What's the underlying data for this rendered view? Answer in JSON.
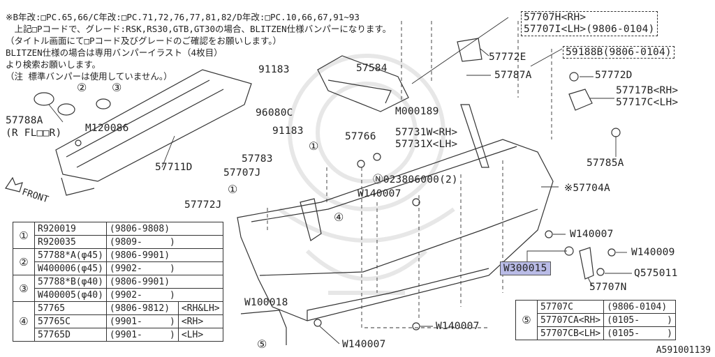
{
  "notes": [
    "※B年改:□PC.65,66/C年改:□PC.71,72,76,77,81,82/D年改:□PC.10,66,67,91~93",
    "　上記□Pコードで、グレード:RSK,RS30,GTB,GT30の場合、BLITZEN仕様バンパーになります。",
    "（タイトル画面にて□Pコード及びグレードのご確認をお願いします。）",
    "BLITZEN仕様の場合は専用バンパーイラスト（4枚目）",
    "より検索お願いします。",
    "（注 標準バンパーは使用していません。）"
  ],
  "labels": {
    "p57707hi": "57707H<RH>\n57707I<LH>(9806-0104)",
    "p59188b": "59188B(9806-0104)",
    "p57772e": "57772E",
    "p57787a": "57787A",
    "p57772d": "57772D",
    "p57717bc": "57717B<RH>\n57717C<LH>",
    "p91183a": "91183",
    "p57584": "57584",
    "p96080c": "96080C",
    "pm000189": "M000189",
    "p91183b": "91183",
    "p57731wx": "57731W<RH>\n57731X<LH>",
    "p57785a": "57785A",
    "p57788a": "57788A\n(R FL□□R)",
    "pm120086": "M120086",
    "p57711d": "57711D",
    "p57766": "57766",
    "p57783": "57783",
    "p023806": "Ⓝ023806000(2)",
    "p57707j": "57707J",
    "p57704a": "※57704A",
    "pw140007a": "W140007",
    "p57772j": "57772J",
    "pw140007b": "W140007",
    "pw300015": "W300015",
    "pw140009": "W140009",
    "pq575011": "Q575011",
    "p57707n": "57707N",
    "pw100018": "W100018",
    "pw140007c": "W140007",
    "pw140007d": "W140007",
    "front": "FRONT",
    "catalog": "A591001139"
  },
  "callouts": [
    "①",
    "②",
    "③",
    "④",
    "⑤"
  ],
  "table_left": {
    "rows": [
      {
        "num": "①",
        "part": "R920019",
        "date": "(9806-9808)",
        "extra": ""
      },
      {
        "num": "",
        "part": "R920035",
        "date": "(9809-     )",
        "extra": ""
      },
      {
        "num": "②",
        "part": "57788*A(φ45)",
        "date": "(9806-9901)",
        "extra": ""
      },
      {
        "num": "",
        "part": "W400006(φ45)",
        "date": "(9902-     )",
        "extra": ""
      },
      {
        "num": "③",
        "part": "57788*B(φ40)",
        "date": "(9806-9901)",
        "extra": ""
      },
      {
        "num": "",
        "part": "W400005(φ40)",
        "date": "(9902-     )",
        "extra": ""
      },
      {
        "num": "④",
        "part": "57765",
        "date": "(9806-9812)",
        "extra": "<RH&LH>"
      },
      {
        "num": "",
        "part": "57765C",
        "date": "(9901-     )",
        "extra": "<RH>"
      },
      {
        "num": "",
        "part": "57765D",
        "date": "(9901-     )",
        "extra": "<LH>"
      }
    ]
  },
  "table_right": {
    "num": "⑤",
    "rows": [
      {
        "part": "57707C",
        "date": "(9806-0104)"
      },
      {
        "part": "57707CA<RH>",
        "date": "(0105-     )"
      },
      {
        "part": "57707CB<LH>",
        "date": "(0105-     )"
      }
    ]
  },
  "colors": {
    "ink": "#222222",
    "highlight": "#b9bbe6",
    "watermark": "#e7e7e7"
  }
}
